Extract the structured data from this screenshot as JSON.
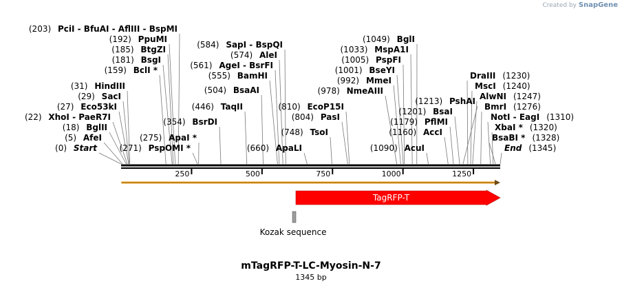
{
  "watermark": {
    "prefix": "Created by",
    "brand": "SnapGene"
  },
  "title": "mTagRFP-T-LC-Myosin-N-7",
  "subtitle": "1345 bp",
  "sequence_length": 1345,
  "ruler_ticks": [
    250,
    500,
    750,
    1000,
    1250
  ],
  "features": [
    {
      "name": "TagRFP-T",
      "type": "cds",
      "start": 620,
      "end": 1345,
      "color": "#ff0000",
      "show_label": true
    },
    {
      "name": "Kozak sequence",
      "type": "misc",
      "start": 608,
      "end": 620,
      "color": "#9e9e9e",
      "show_label": true
    },
    {
      "name": "",
      "type": "orf",
      "start": 1,
      "end": 1345,
      "color": "#f5a623",
      "show_label": false
    }
  ],
  "sites": [
    {
      "pos": "(203)",
      "names": [
        "PciI",
        "BfuAI",
        "AflIII",
        "BspMI"
      ],
      "bp": 203,
      "star": false
    },
    {
      "pos": "(192)",
      "names": [
        "PpuMI"
      ],
      "bp": 192,
      "star": false
    },
    {
      "pos": "(185)",
      "names": [
        "BtgZI"
      ],
      "bp": 185,
      "star": false
    },
    {
      "pos": "(181)",
      "names": [
        "BsgI"
      ],
      "bp": 181,
      "star": false
    },
    {
      "pos": "(159)",
      "names": [
        "BclI"
      ],
      "bp": 159,
      "star": true
    },
    {
      "pos": "(31)",
      "names": [
        "HindIII"
      ],
      "bp": 31,
      "star": false
    },
    {
      "pos": "(29)",
      "names": [
        "SacI"
      ],
      "bp": 29,
      "star": false
    },
    {
      "pos": "(27)",
      "names": [
        "Eco53kI"
      ],
      "bp": 27,
      "star": false
    },
    {
      "pos": "(22)",
      "names": [
        "XhoI",
        "PaeR7I"
      ],
      "bp": 22,
      "star": false
    },
    {
      "pos": "(18)",
      "names": [
        "BglII"
      ],
      "bp": 18,
      "star": false
    },
    {
      "pos": "(5)",
      "names": [
        "AfeI"
      ],
      "bp": 5,
      "star": false
    },
    {
      "pos": "(0)",
      "names": [
        "Start"
      ],
      "bp": 0,
      "star": false,
      "italic": true
    },
    {
      "pos": "(584)",
      "names": [
        "SapI",
        "BspQI"
      ],
      "bp": 584,
      "star": false
    },
    {
      "pos": "(574)",
      "names": [
        "AleI"
      ],
      "bp": 574,
      "star": false
    },
    {
      "pos": "(561)",
      "names": [
        "AgeI",
        "BsrFI"
      ],
      "bp": 561,
      "star": false
    },
    {
      "pos": "(555)",
      "names": [
        "BamHI"
      ],
      "bp": 555,
      "star": false
    },
    {
      "pos": "(504)",
      "names": [
        "BsaAI"
      ],
      "bp": 504,
      "star": false
    },
    {
      "pos": "(446)",
      "names": [
        "TaqII"
      ],
      "bp": 446,
      "star": false
    },
    {
      "pos": "(354)",
      "names": [
        "BsrDI"
      ],
      "bp": 354,
      "star": false
    },
    {
      "pos": "(275)",
      "names": [
        "ApaI"
      ],
      "bp": 275,
      "star": true
    },
    {
      "pos": "(271)",
      "names": [
        "PspOMI"
      ],
      "bp": 271,
      "star": true
    },
    {
      "pos": "(810)",
      "names": [
        "EcoP15I"
      ],
      "bp": 810,
      "star": false
    },
    {
      "pos": "(804)",
      "names": [
        "PasI"
      ],
      "bp": 804,
      "star": false
    },
    {
      "pos": "(748)",
      "names": [
        "TsoI"
      ],
      "bp": 748,
      "star": false
    },
    {
      "pos": "(660)",
      "names": [
        "ApaLI"
      ],
      "bp": 660,
      "star": false
    },
    {
      "pos": "(1049)",
      "names": [
        "BglI"
      ],
      "bp": 1049,
      "star": false
    },
    {
      "pos": "(1033)",
      "names": [
        "MspA1I"
      ],
      "bp": 1033,
      "star": false
    },
    {
      "pos": "(1005)",
      "names": [
        "PspFI"
      ],
      "bp": 1005,
      "star": false
    },
    {
      "pos": "(1001)",
      "names": [
        "BseYI"
      ],
      "bp": 1001,
      "star": false
    },
    {
      "pos": "(992)",
      "names": [
        "MmeI"
      ],
      "bp": 992,
      "star": false
    },
    {
      "pos": "(978)",
      "names": [
        "NmeAIII"
      ],
      "bp": 978,
      "star": false
    },
    {
      "pos": "(1213)",
      "names": [
        "PshAI"
      ],
      "bp": 1213,
      "star": false
    },
    {
      "pos": "(1201)",
      "names": [
        "BsaI"
      ],
      "bp": 1201,
      "star": false
    },
    {
      "pos": "(1179)",
      "names": [
        "PflMI"
      ],
      "bp": 1179,
      "star": false
    },
    {
      "pos": "(1160)",
      "names": [
        "AccI"
      ],
      "bp": 1160,
      "star": false
    },
    {
      "pos": "(1090)",
      "names": [
        "AcuI"
      ],
      "bp": 1090,
      "star": false
    },
    {
      "pos": "(1230)",
      "names": [
        "DraIII"
      ],
      "bp": 1230,
      "star": false,
      "pos_after": true
    },
    {
      "pos": "(1240)",
      "names": [
        "MscI"
      ],
      "bp": 1240,
      "star": false,
      "pos_after": true
    },
    {
      "pos": "(1247)",
      "names": [
        "AlwNI"
      ],
      "bp": 1247,
      "star": false,
      "pos_after": true
    },
    {
      "pos": "(1276)",
      "names": [
        "BmrI"
      ],
      "bp": 1276,
      "star": false,
      "pos_after": true
    },
    {
      "pos": "(1310)",
      "names": [
        "NotI",
        "EagI"
      ],
      "bp": 1310,
      "star": false,
      "pos_after": true
    },
    {
      "pos": "(1320)",
      "names": [
        "XbaI"
      ],
      "bp": 1320,
      "star": true,
      "pos_after": true
    },
    {
      "pos": "(1328)",
      "names": [
        "BsaBI"
      ],
      "bp": 1328,
      "star": true,
      "pos_after": true
    },
    {
      "pos": "(1345)",
      "names": [
        "End"
      ],
      "bp": 1345,
      "star": false,
      "pos_after": true,
      "italic": true
    }
  ]
}
